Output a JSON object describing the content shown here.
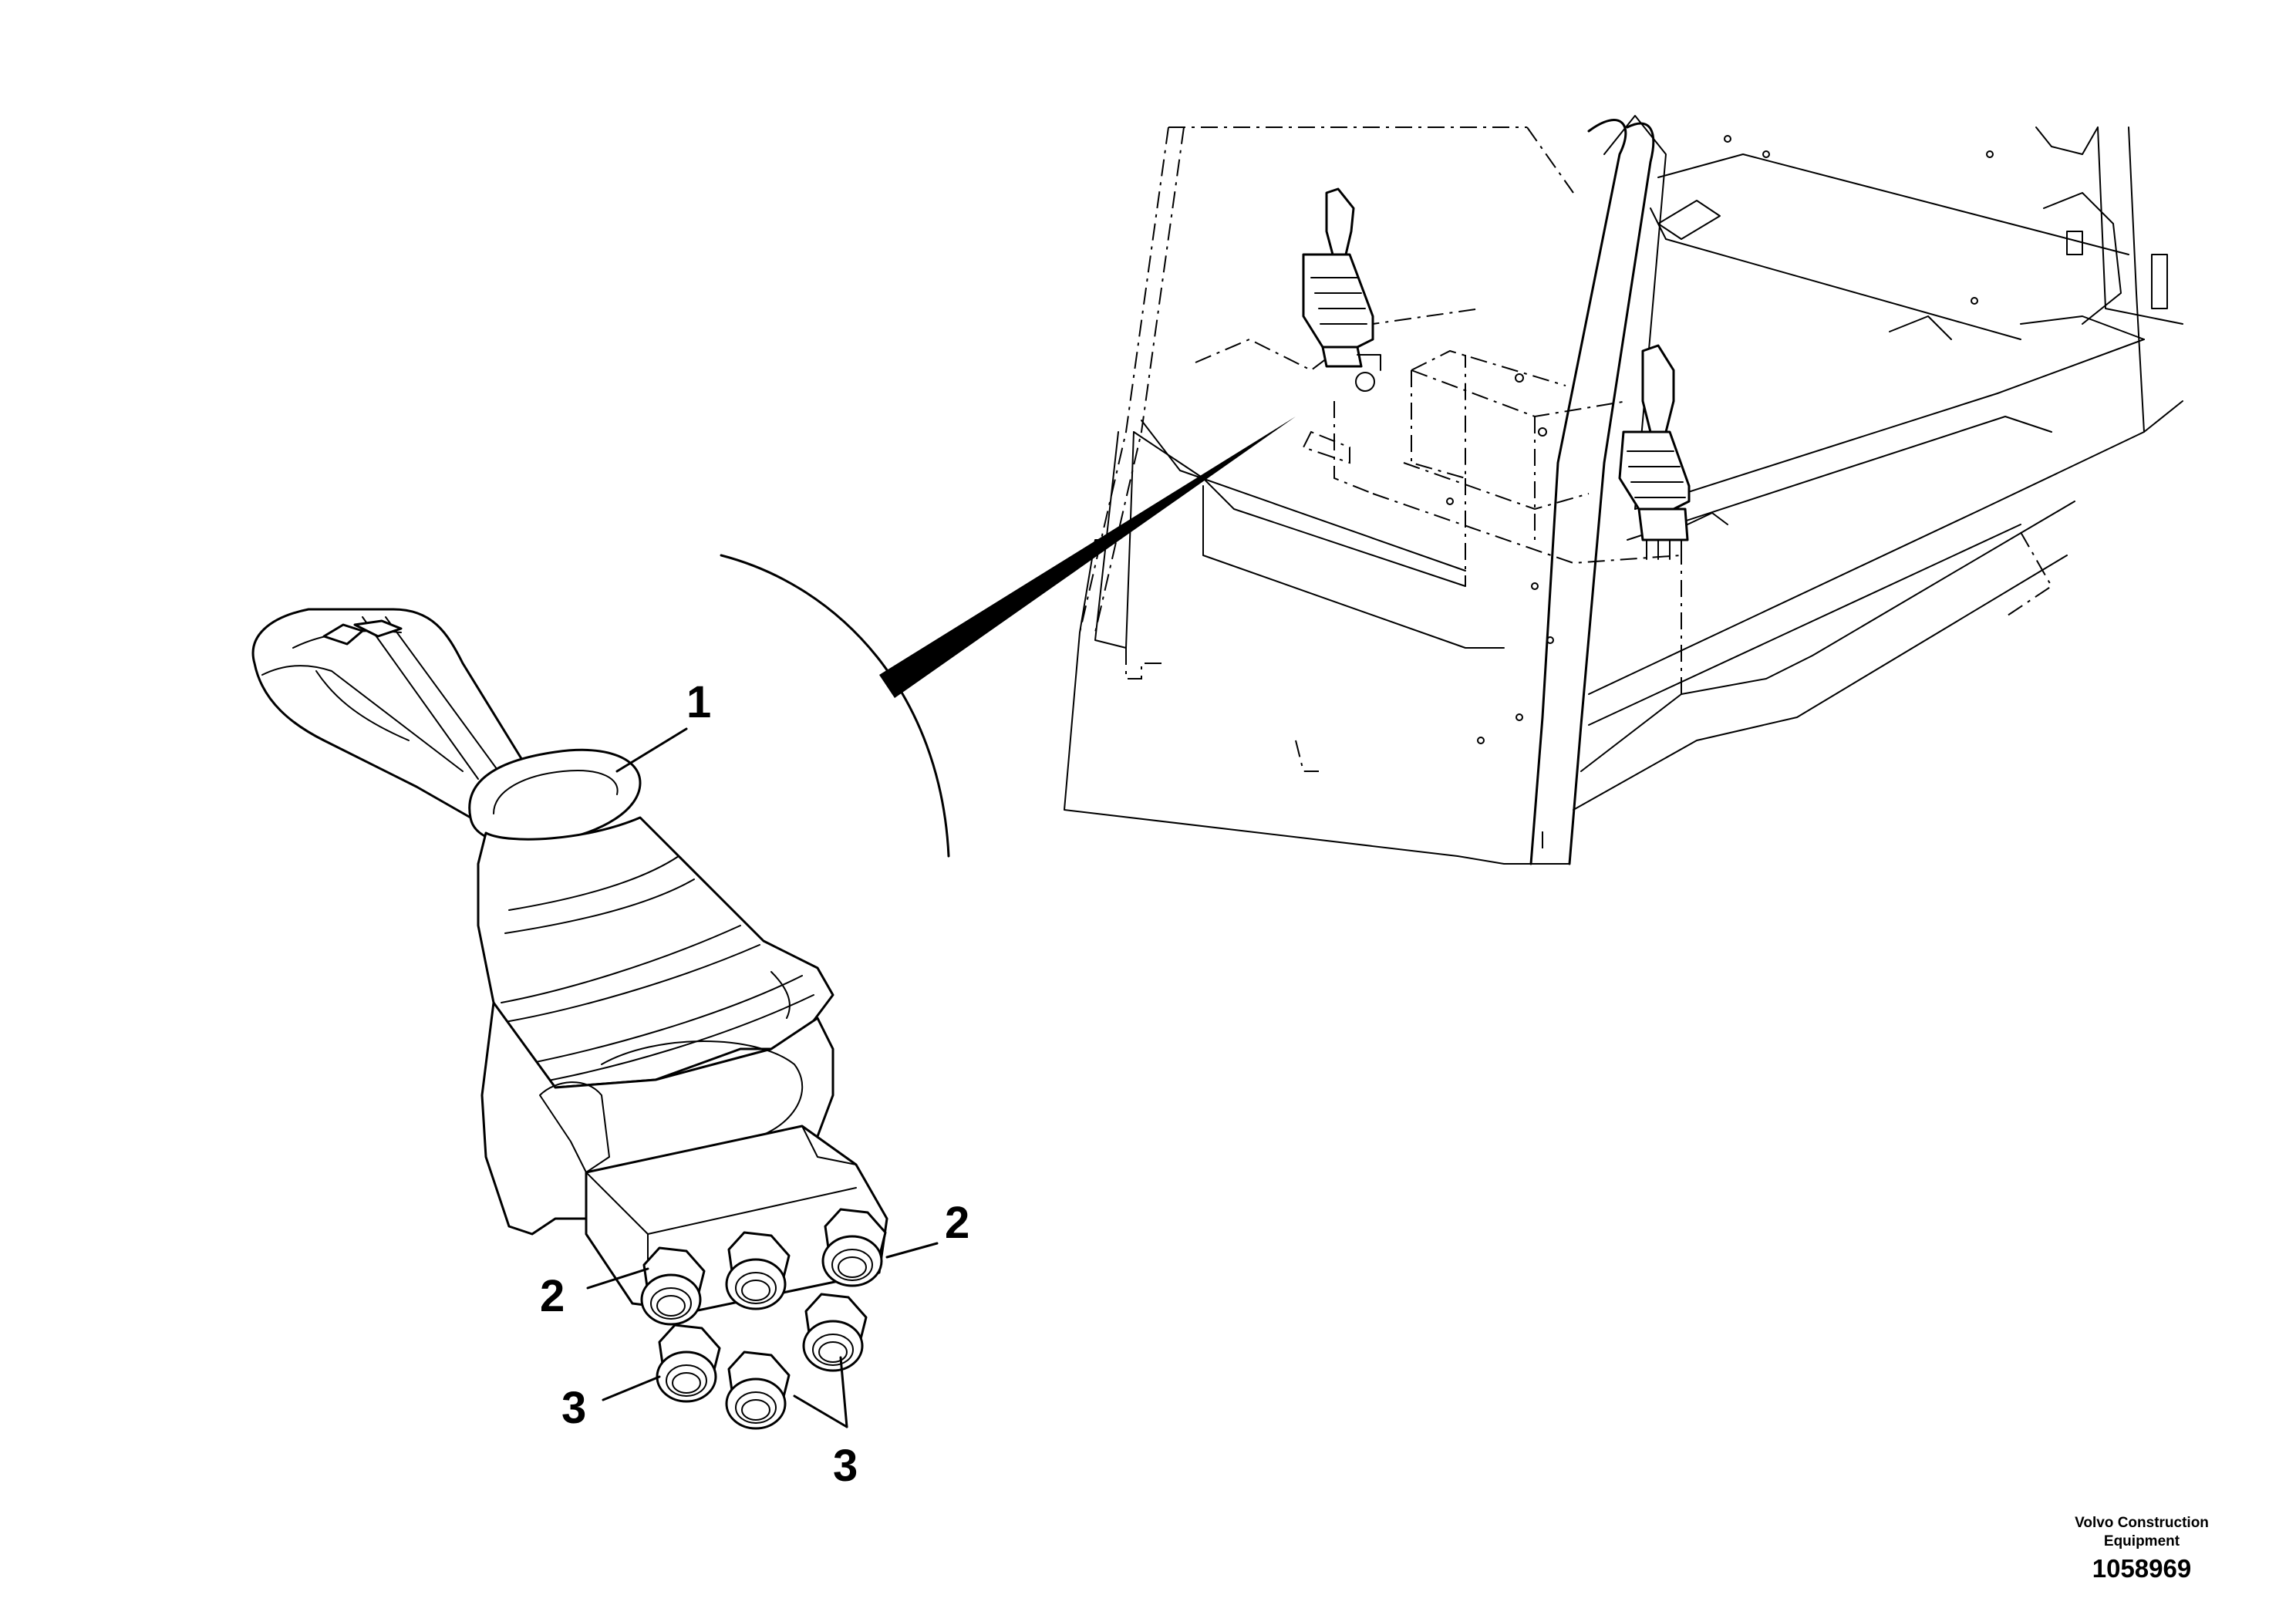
{
  "callouts": {
    "c1": "1",
    "c2a": "2",
    "c2b": "2",
    "c3a": "3",
    "c3b": "3"
  },
  "footer": {
    "brand_line1": "Volvo Construction",
    "brand_line2": "Equipment",
    "drawing_number": "1058969"
  }
}
